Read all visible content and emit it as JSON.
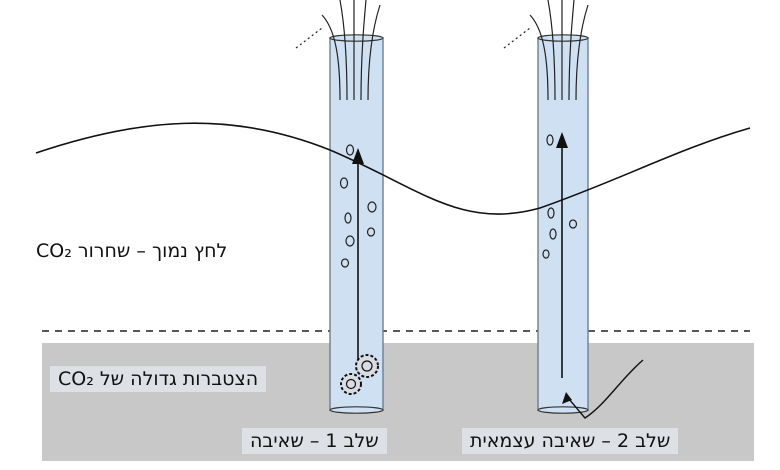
{
  "labels": {
    "pressure_release": "לחץ נמוך – שחרור CO₂",
    "accumulation": "הצטברות גדולה של CO₂",
    "stage1": "שלב 1 – שאיבה",
    "stage2": "שלב 2 – שאיבה עצמאית"
  },
  "colors": {
    "tube_fill": "#cfe0f2",
    "tube_stroke": "#6a7f95",
    "ground": "#c8c8c8",
    "label_box": "#dde0e4"
  },
  "icons": [
    "gear-icon",
    "arrow-up-icon",
    "bubble-icon"
  ]
}
